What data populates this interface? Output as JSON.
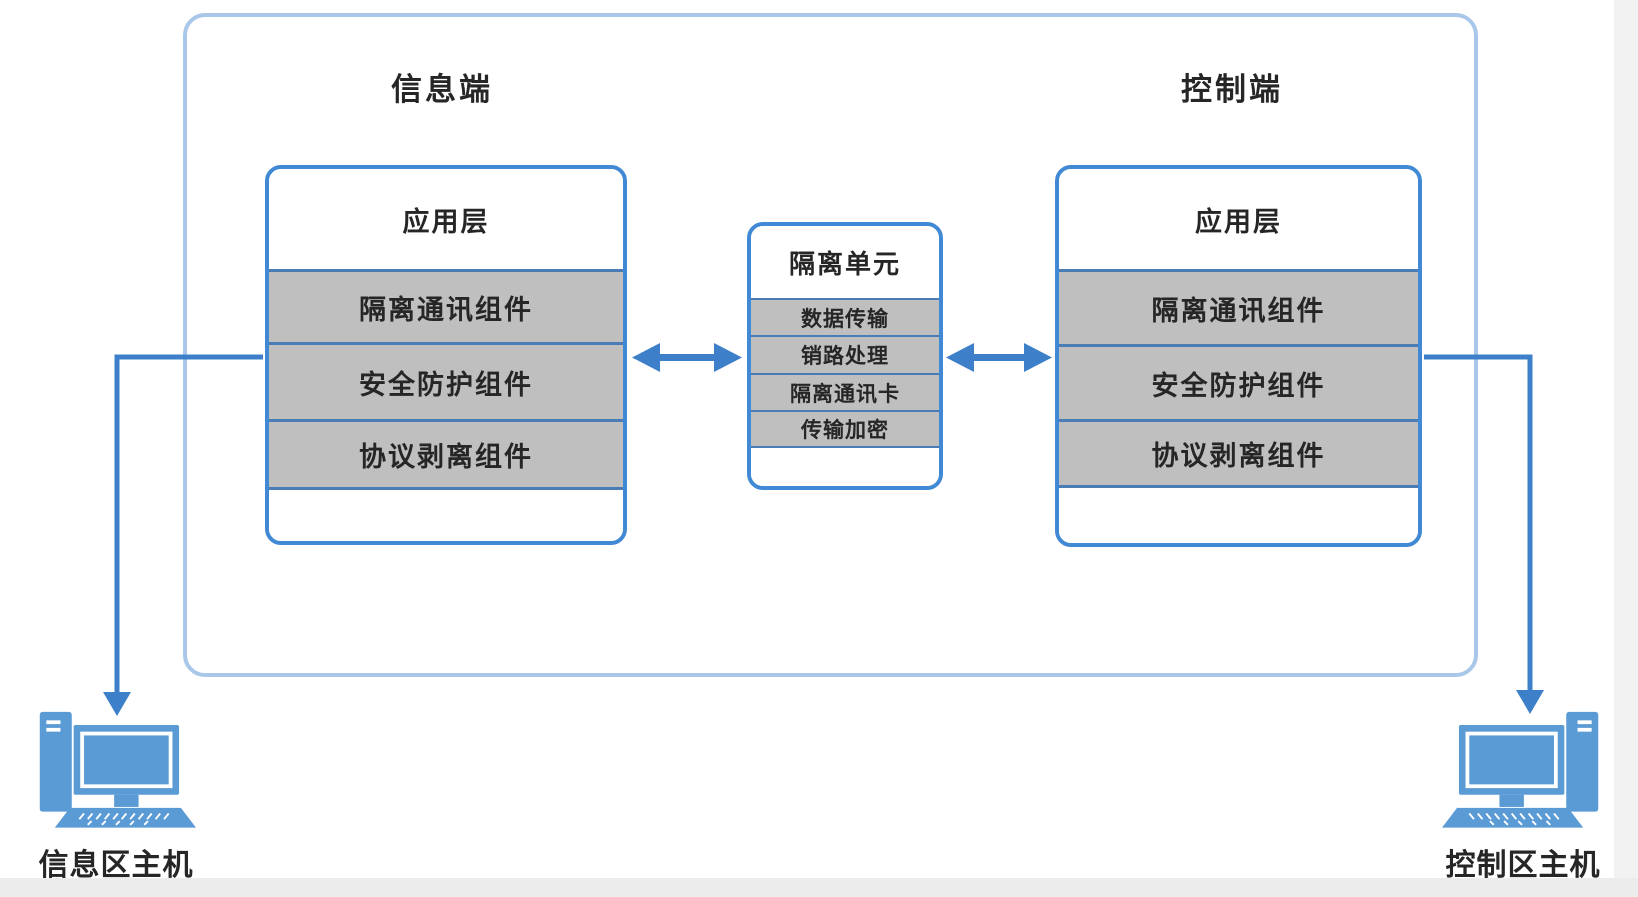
{
  "labels": {
    "info_side": "信息端",
    "control_side": "控制端",
    "info_host": "信息区主机",
    "control_host": "控制区主机"
  },
  "stacks": {
    "left": {
      "title": "应用层",
      "rows": [
        "隔离通讯组件",
        "安全防护组件",
        "协议剥离组件"
      ]
    },
    "middle": {
      "title": "隔离单元",
      "rows": [
        "数据传输",
        "销路处理",
        "隔离通讯卡",
        "传输加密"
      ]
    },
    "right": {
      "title": "应用层",
      "rows": [
        "隔离通讯组件",
        "安全防护组件",
        "协议剥离组件"
      ]
    }
  },
  "icons": {
    "info_host": "desktop-computer-icon",
    "control_host": "desktop-computer-icon"
  },
  "colors": {
    "frame": "#A9C8E9",
    "box-border": "#4189D4",
    "divider": "#4A7CB5",
    "arrow": "#3D80C9",
    "gray-fill": "#BFBFBF",
    "computer": "#5B9BD5",
    "text": "#262626",
    "strip": "#ECECEC",
    "strip-light": "#F2F2F2"
  }
}
